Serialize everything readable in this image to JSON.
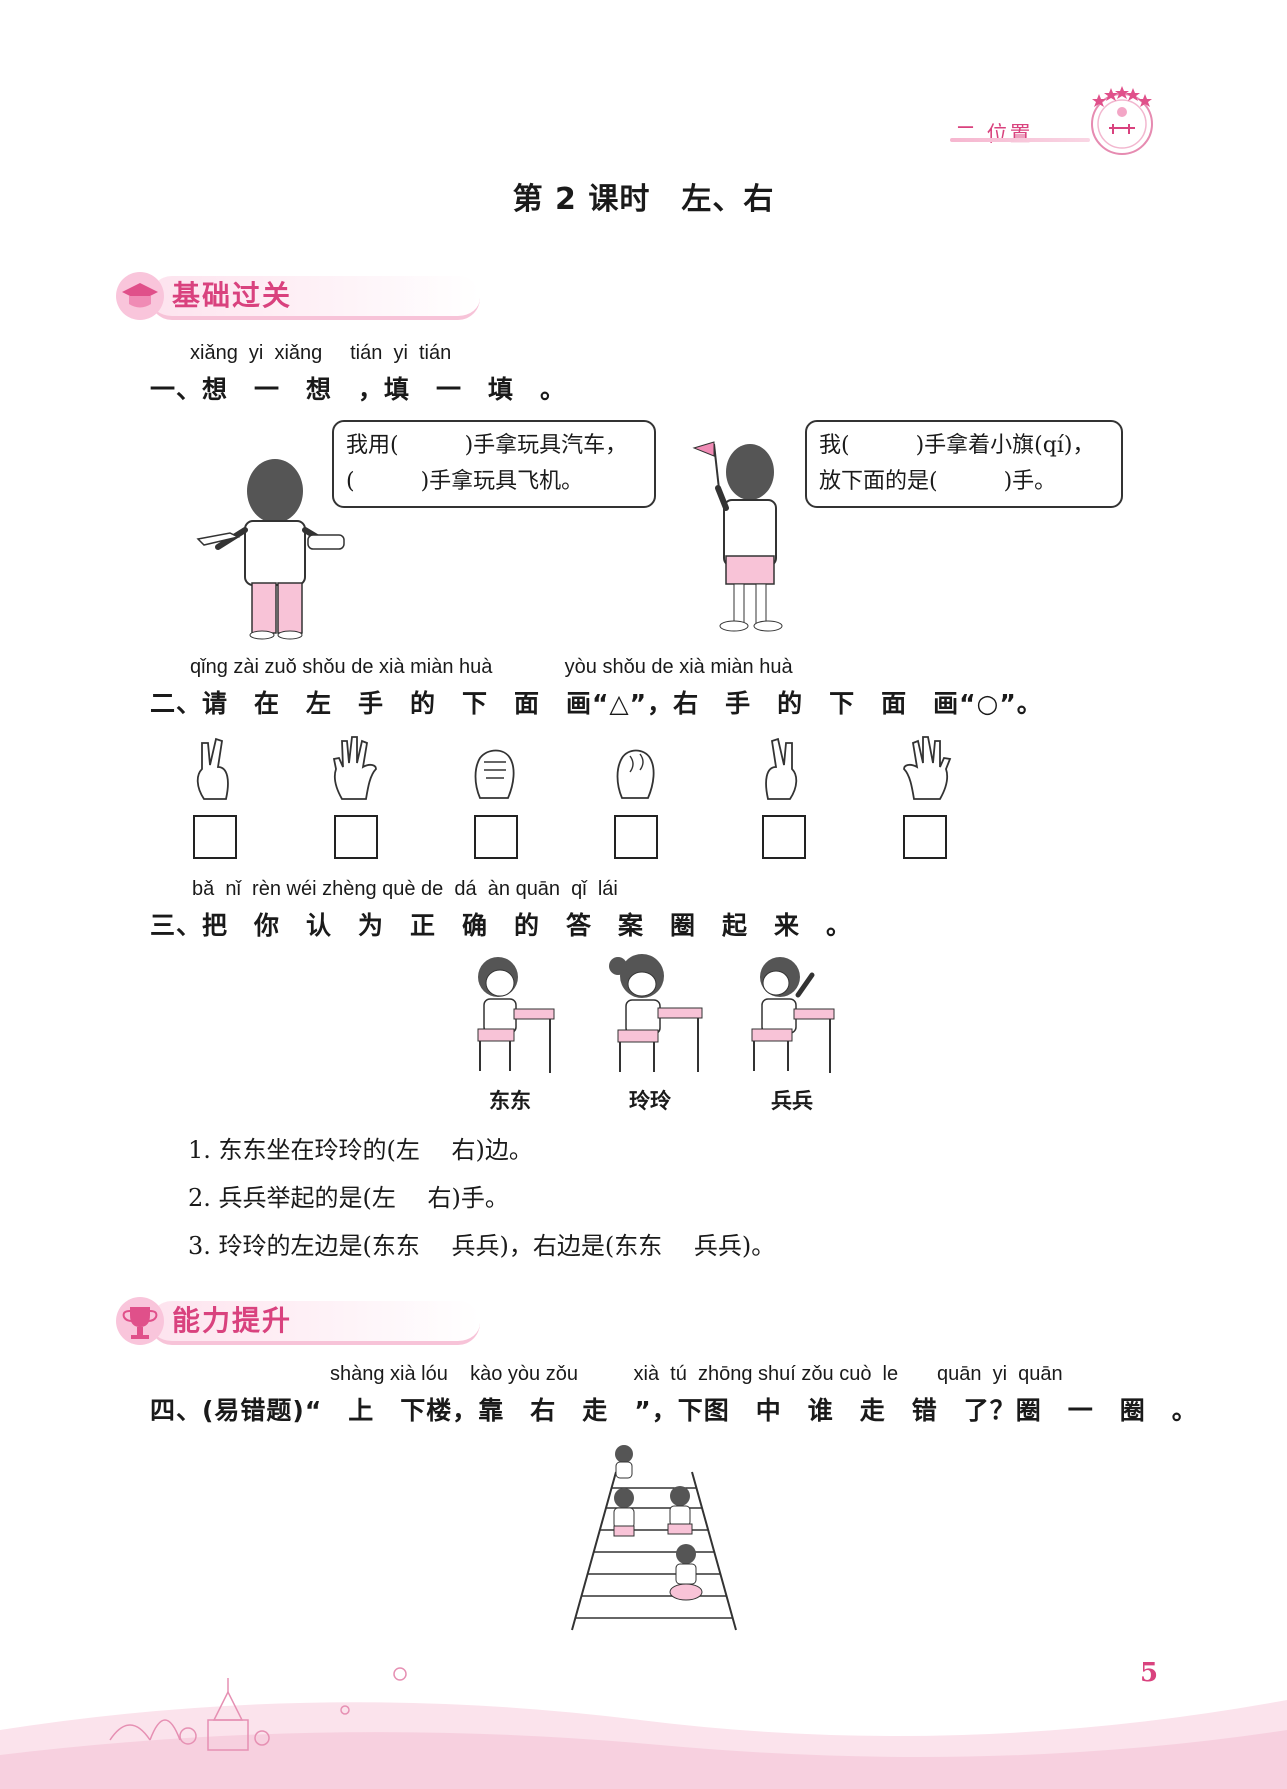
{
  "header": {
    "chapter": "二 位置",
    "title": "第 2 课时　左、右"
  },
  "sections": {
    "basic": "基础过关",
    "advanced": "能力提升"
  },
  "q1": {
    "pinyin": "xiǎng  yi  xiǎng     tián  yi  tián",
    "text": "一、想　一　想　，填　一　填　。",
    "bubble_left": "我用(　　　)手拿玩具汽车，\n(　　　)手拿玩具飞机。",
    "bubble_right": "我(　　　)手拿着小旗(qí)，\n放下面的是(　　　)手。"
  },
  "q2": {
    "pinyin": "qǐng zài zuǒ shǒu de xià miàn huà             yòu shǒu de xià miàn huà",
    "text": "二、请　在　左　手　的　下　面　画“△”，右　手　的　下　面　画“○”。"
  },
  "q3": {
    "pinyin": "bǎ  nǐ  rèn wéi zhèng què de  dá  àn quān  qǐ  lái",
    "text": "三、把　你　认　为　正　确　的　答　案　圈　起　来　。",
    "names": [
      "东东",
      "玲玲",
      "兵兵"
    ],
    "items": [
      "1. 东东坐在玲玲的(左　 右)边。",
      "2. 兵兵举起的是(左　 右)手。",
      "3. 玲玲的左边是(东东　 兵兵)，右边是(东东　 兵兵)。"
    ]
  },
  "q4": {
    "pinyin": "shàng xià lóu    kào yòu zǒu          xià  tú  zhōng shuí zǒu cuò  le       quān  yi  quān",
    "text": "四、(易错题)“　上　下楼，靠　右　走　”，下图　中　谁　走　错　了？圈　一　圈　。"
  },
  "footer": {
    "page_number": "5"
  },
  "colors": {
    "accent": "#d9427e",
    "soft_pink": "#f9c5db"
  }
}
